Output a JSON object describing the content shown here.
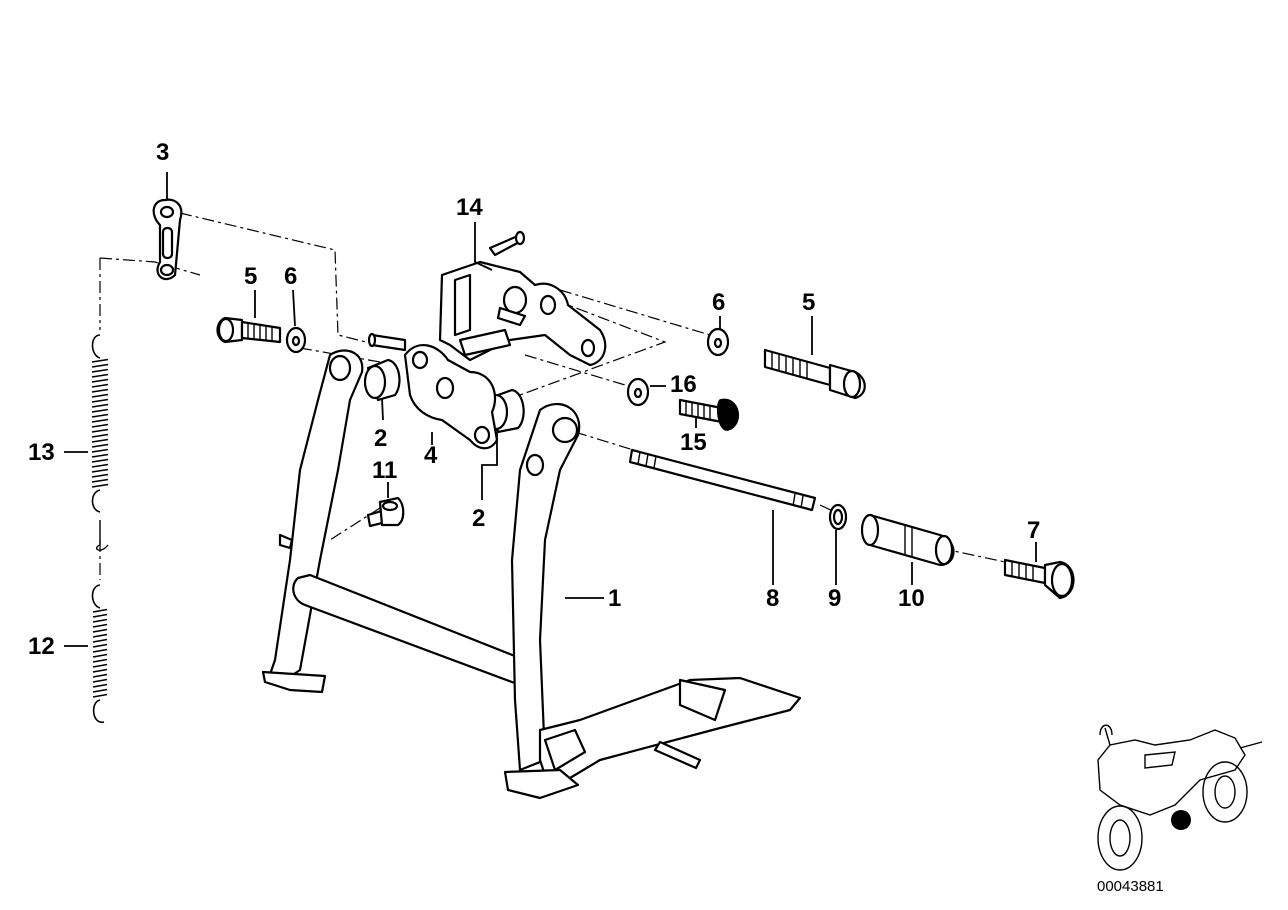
{
  "callouts": {
    "c1": "1",
    "c2a": "2",
    "c2b": "2",
    "c3": "3",
    "c4": "4",
    "c5a": "5",
    "c5b": "5",
    "c6a": "6",
    "c6b": "6",
    "c7": "7",
    "c8": "8",
    "c9": "9",
    "c10": "10",
    "c11": "11",
    "c12": "12",
    "c13": "13",
    "c14": "14",
    "c15": "15",
    "c16": "16"
  },
  "image_code": "00043881",
  "colors": {
    "line": "#000000",
    "background": "#ffffff"
  },
  "locator_icon": "motorcycle-locator-icon"
}
